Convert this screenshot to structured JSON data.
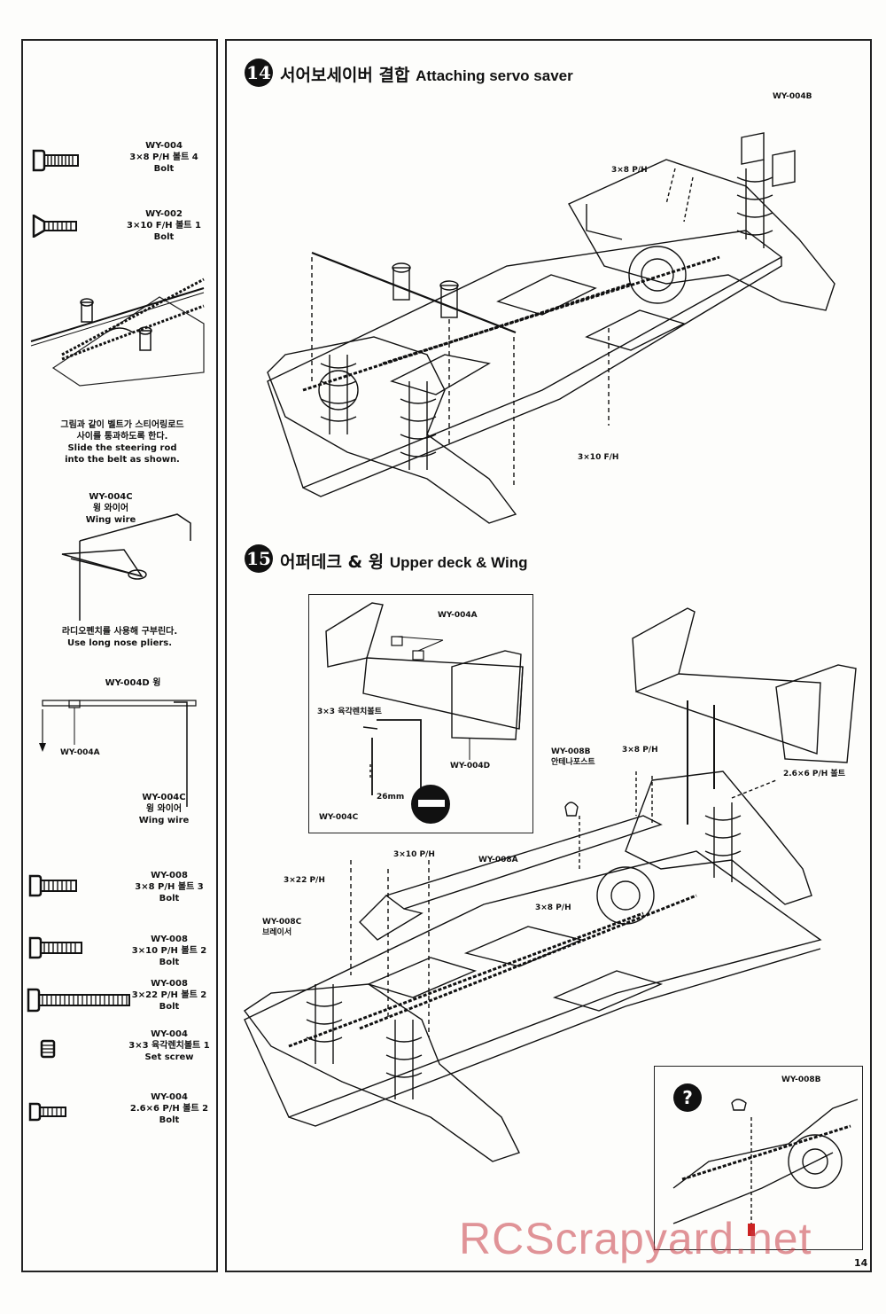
{
  "page_number": "14",
  "watermark": "RCScrapyard.net",
  "left_panel": {
    "parts_top": [
      {
        "code": "WY-004",
        "spec": "3×8 P/H 볼트 4",
        "name": "Bolt",
        "icon": "pan-head-bolt-icon"
      },
      {
        "code": "WY-002",
        "spec": "3×10 F/H 볼트 1",
        "name": "Bolt",
        "icon": "flat-head-bolt-icon"
      }
    ],
    "belt_note": "그림과 같이 벨트가 스티어링로드\n사이를 통과하도록 한다.\nSlide the steering rod\ninto the belt as shown.",
    "wing_wire_label": "WY-004C\n윙 와이어\nWing wire",
    "pliers_note": "라디오펜치를 사용해 구부린다.\nUse long nose pliers.",
    "wing_label": "WY-004D 윙",
    "wing_mount_label": "WY-004A",
    "wing_wire_label_2": "WY-004C\n윙 와이어\nWing wire",
    "parts_bottom": [
      {
        "code": "WY-008",
        "spec": "3×8 P/H 볼트 3",
        "name": "Bolt",
        "icon": "pan-head-bolt-icon"
      },
      {
        "code": "WY-008",
        "spec": "3×10 P/H 볼트 2",
        "name": "Bolt",
        "icon": "pan-head-bolt-icon"
      },
      {
        "code": "WY-008",
        "spec": "3×22 P/H 볼트 2",
        "name": "Bolt",
        "icon": "long-bolt-icon"
      },
      {
        "code": "WY-004",
        "spec": "3×3 육각렌치볼트 1",
        "name": "Set screw",
        "icon": "set-screw-icon"
      },
      {
        "code": "WY-004",
        "spec": "2.6×6 P/H 볼트 2",
        "name": "Bolt",
        "icon": "pan-head-bolt-icon"
      }
    ]
  },
  "step14": {
    "number": "14",
    "title_ko": "서어보세이버 결합",
    "title_en": "Attaching servo saver",
    "callouts": {
      "wy004b": "WY-004B",
      "bolt38": "3×8 P/H",
      "bolt310f": "3×10 F/H"
    }
  },
  "step15": {
    "number": "15",
    "title_ko": "어퍼데크 & 윙",
    "title_en": "Upper deck & Wing",
    "inset": {
      "wy004a": "WY-004A",
      "set_screw": "3×3 육각렌치볼트",
      "wy004d": "WY-004D",
      "wy004c": "WY-004C",
      "dim": "26mm"
    },
    "callouts": {
      "wy008b": "WY-008B\n안테나포스트",
      "bolt38_top": "3×8 P/H",
      "bolt266": "2.6×6 P/H 볼트",
      "bolt310": "3×10 P/H",
      "wy008a": "WY-008A",
      "bolt322": "3×22 P/H",
      "wy008c": "WY-008C\n브레이서",
      "bolt38_mid": "3×8 P/H"
    },
    "detail": {
      "badge": "?",
      "label": "WY-008B"
    }
  }
}
